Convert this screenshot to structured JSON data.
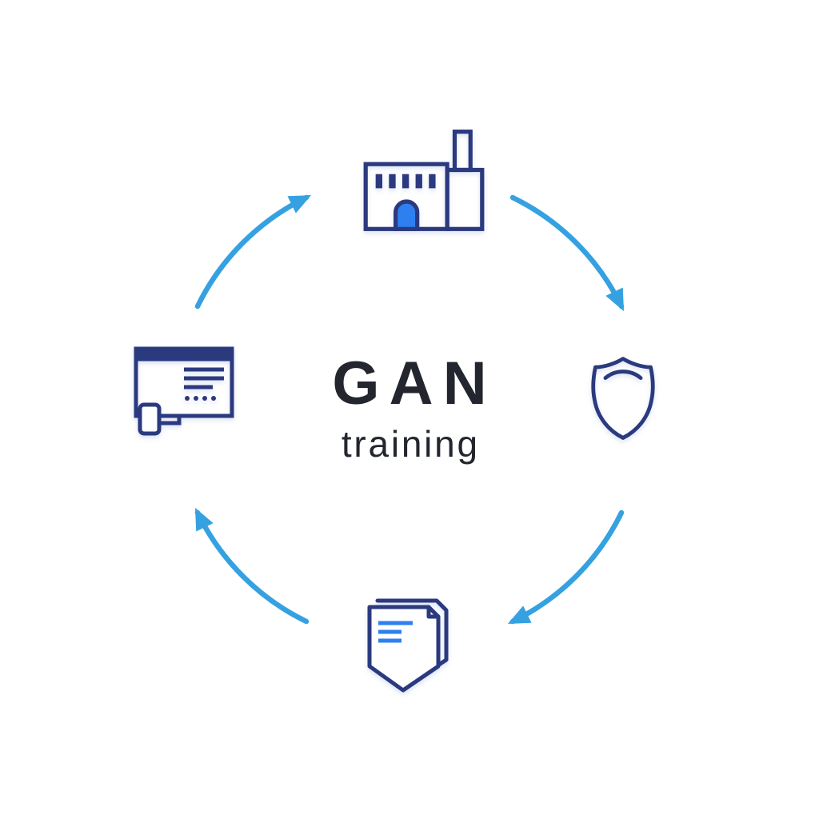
{
  "title": {
    "line1": "GAN",
    "line2": "training"
  },
  "colors": {
    "icon_outline": "#2b3a7e",
    "accent_blue": "#2e7ff0",
    "arrow_blue": "#36a1e0",
    "text": "#23262e",
    "background": "#ffffff"
  },
  "diagram": {
    "type": "cycle",
    "nodes": [
      {
        "icon": "factory-icon",
        "position": "top"
      },
      {
        "icon": "shield-icon",
        "position": "right"
      },
      {
        "icon": "documents-icon",
        "position": "bottom"
      },
      {
        "icon": "computer-interface-icon",
        "position": "left"
      }
    ],
    "arrows": [
      {
        "icon": "curved-arrow-icon",
        "from": "left",
        "to": "top",
        "direction": "clockwise"
      },
      {
        "icon": "curved-arrow-icon",
        "from": "top",
        "to": "right",
        "direction": "clockwise"
      },
      {
        "icon": "curved-arrow-icon",
        "from": "right",
        "to": "bottom",
        "direction": "clockwise"
      },
      {
        "icon": "curved-arrow-icon",
        "from": "bottom",
        "to": "left",
        "direction": "clockwise"
      }
    ]
  }
}
